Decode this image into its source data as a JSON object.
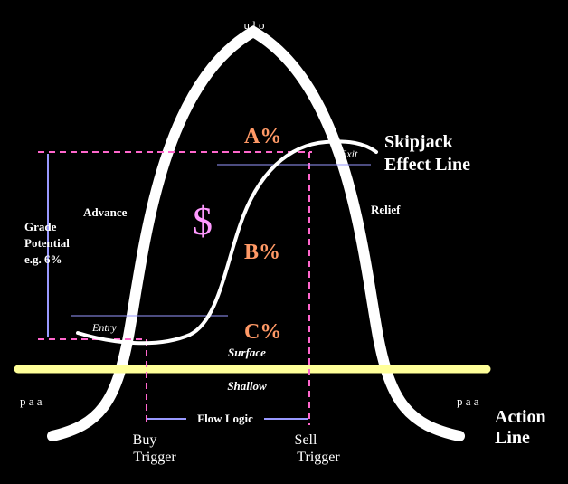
{
  "labels": {
    "top": "u l o",
    "left_bottom": "p a a",
    "right_bottom": "p a a",
    "a_pct": "A%",
    "b_pct": "B%",
    "c_pct": "C%",
    "dollar": "$",
    "skipjack_line1": "Skipjack",
    "skipjack_line2": "Effect Line",
    "advance": "Advance",
    "relief": "Relief",
    "grade_line1": "Grade",
    "grade_line2": "Potential",
    "grade_line3": "e.g. 6%",
    "entry": "Entry",
    "exit": "Exit",
    "surface": "Surface",
    "shallow": "Shallow",
    "flow_logic": "Flow Logic",
    "buy_line1": "Buy",
    "buy_line2": "Trigger",
    "sell_line1": "Sell",
    "sell_line2": "Trigger",
    "action_line1": "Action",
    "action_line2": "Line"
  },
  "colors": {
    "background": "#000000",
    "bell_curve": "#ffffff",
    "action_line": "#ffff99",
    "dashed_guides": "#ff66cc",
    "percent_labels": "#ff9966",
    "dollar": "#ff99ff",
    "thin_guides": "#9999ff",
    "text": "#ffffff"
  }
}
